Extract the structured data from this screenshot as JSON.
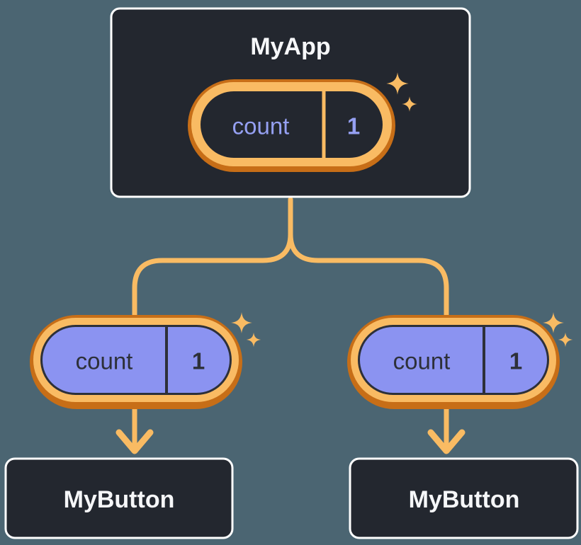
{
  "diagram": {
    "type": "component-tree-state-sharing",
    "colors": {
      "background": "#4b6572",
      "node_fill": "#23272f",
      "node_border": "#ffffff",
      "node_text": "#f6f7f9",
      "connector": "#f9bb63",
      "pill_ring": "#c76e17",
      "pill_band": "#f9bb63",
      "state_pill_fill": "#23272f",
      "state_text": "#95a0f2",
      "prop_pill_fill": "#8b93f1",
      "prop_ink": "#2d3039"
    },
    "root": {
      "label": "MyApp",
      "state": {
        "key": "count",
        "value": "1"
      }
    },
    "children": [
      {
        "label": "MyButton",
        "prop": {
          "key": "count",
          "value": "1"
        }
      },
      {
        "label": "MyButton",
        "prop": {
          "key": "count",
          "value": "1"
        }
      }
    ]
  }
}
